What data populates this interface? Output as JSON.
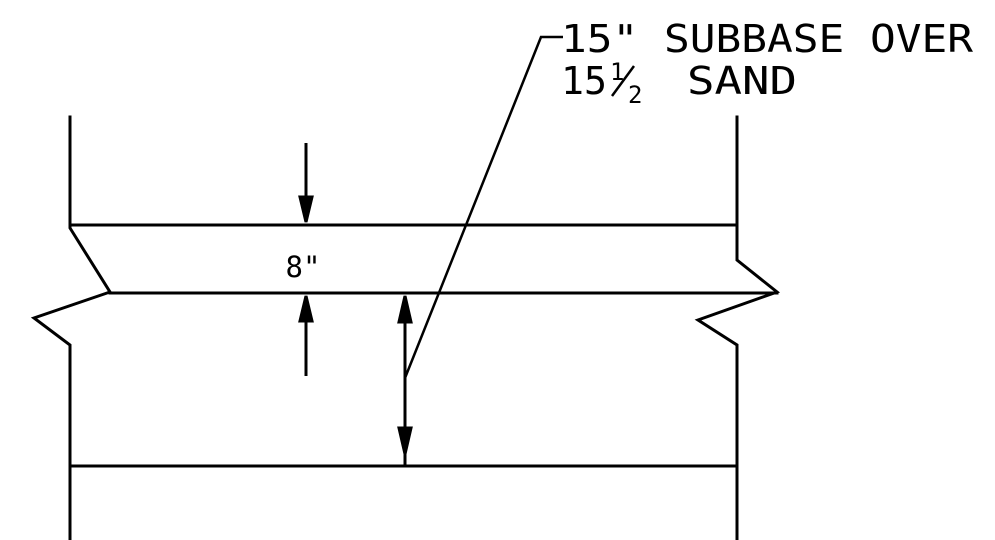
{
  "diagram": {
    "type": "pavement cross-section detail",
    "labels": {
      "slab_thickness": "8\"",
      "note_line_1": "15\" SUBBASE OVER",
      "note_line_2_whole": "15",
      "note_line_2_fraction_numerator": "1",
      "note_line_2_fraction_denominator": "2",
      "note_line_2_rest": "SAND"
    },
    "colors": {
      "line": "#000000",
      "background": "#ffffff"
    }
  }
}
